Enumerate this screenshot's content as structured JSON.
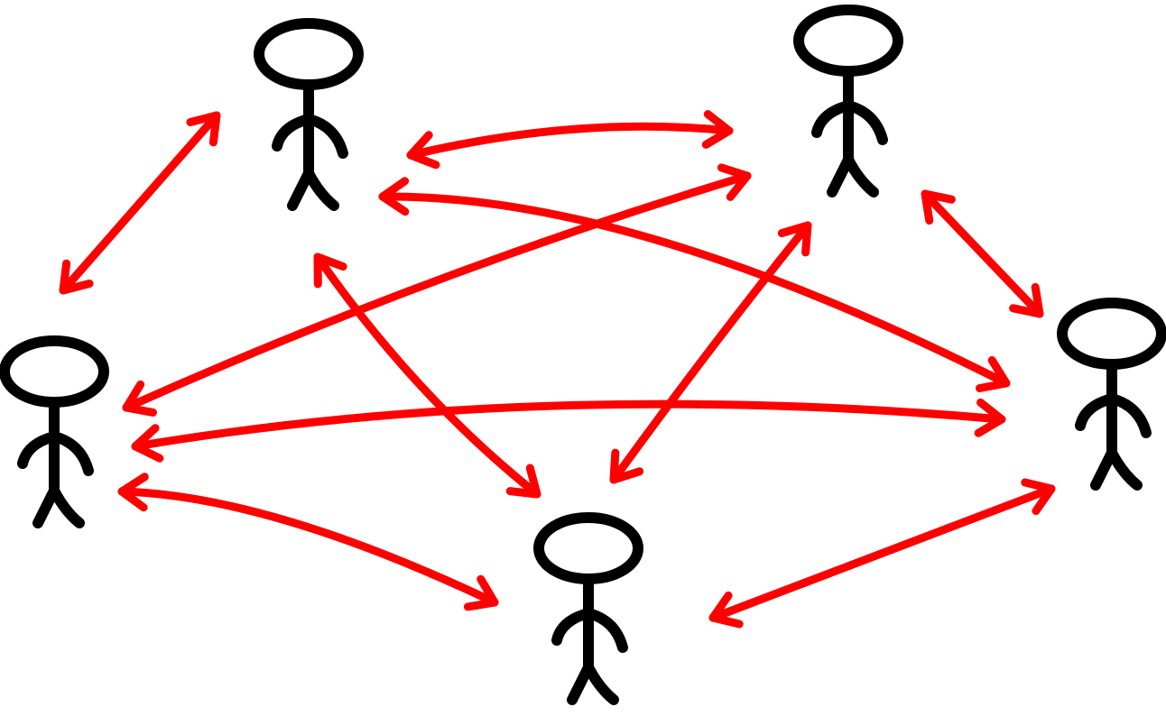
{
  "diagram": {
    "type": "network",
    "description_colors": {
      "person_stroke": "#000000",
      "arrow_stroke": "#ff0000",
      "background": "#ffffff"
    },
    "nodes": [
      {
        "id": "person-1",
        "icon": "stick-figure-icon"
      },
      {
        "id": "person-2",
        "icon": "stick-figure-icon"
      },
      {
        "id": "person-3",
        "icon": "stick-figure-icon"
      },
      {
        "id": "person-4",
        "icon": "stick-figure-icon"
      },
      {
        "id": "person-5",
        "icon": "stick-figure-icon"
      }
    ],
    "edges": [
      {
        "from": "person-1",
        "to": "person-3",
        "bidirectional": true
      },
      {
        "from": "person-1",
        "to": "person-2",
        "bidirectional": true
      },
      {
        "from": "person-1",
        "to": "person-4",
        "bidirectional": true
      },
      {
        "from": "person-1",
        "to": "person-5",
        "bidirectional": true
      },
      {
        "from": "person-2",
        "to": "person-3",
        "bidirectional": true
      },
      {
        "from": "person-2",
        "to": "person-4",
        "bidirectional": true
      },
      {
        "from": "person-2",
        "to": "person-5",
        "bidirectional": true
      },
      {
        "from": "person-3",
        "to": "person-4",
        "bidirectional": true
      },
      {
        "from": "person-3",
        "to": "person-5",
        "bidirectional": true
      },
      {
        "from": "person-4",
        "to": "person-5",
        "bidirectional": true
      }
    ]
  }
}
